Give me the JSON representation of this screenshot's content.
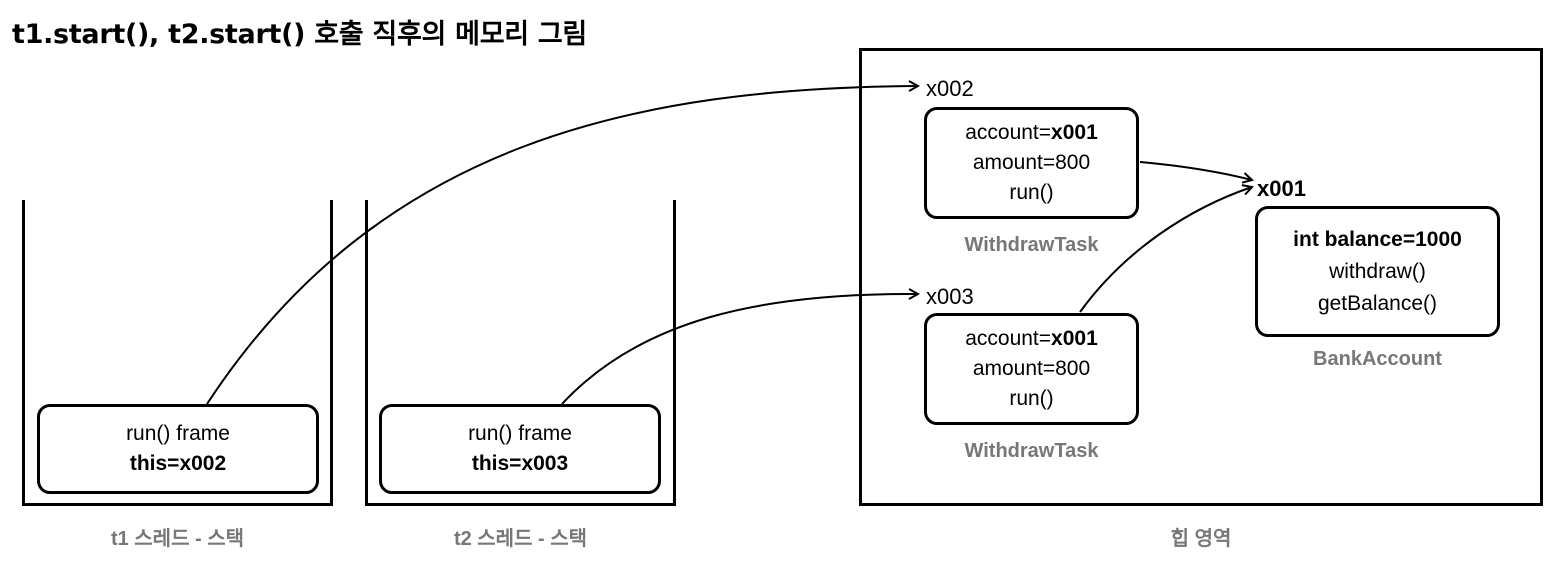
{
  "title": "t1.start(), t2.start() 호출 직후의 메모리 그림",
  "stacks": {
    "t1": {
      "caption": "t1 스레드 - 스택",
      "frame": {
        "line1": "run() frame",
        "line2_prefix": "this=",
        "line2_value": "x002"
      }
    },
    "t2": {
      "caption": "t2 스레드 - 스택",
      "frame": {
        "line1": "run() frame",
        "line2_prefix": "this=",
        "line2_value": "x003"
      }
    }
  },
  "heap": {
    "caption": "힙 영역",
    "task1": {
      "address": "x002",
      "account_prefix": "account=",
      "account_value": "x001",
      "amount": "amount=800",
      "method": "run()",
      "class_name": "WithdrawTask"
    },
    "task2": {
      "address": "x003",
      "account_prefix": "account=",
      "account_value": "x001",
      "amount": "amount=800",
      "method": "run()",
      "class_name": "WithdrawTask"
    },
    "bank": {
      "address": "x001",
      "field": "int balance=1000",
      "method1": "withdraw()",
      "method2": "getBalance()",
      "class_name": "BankAccount"
    }
  }
}
